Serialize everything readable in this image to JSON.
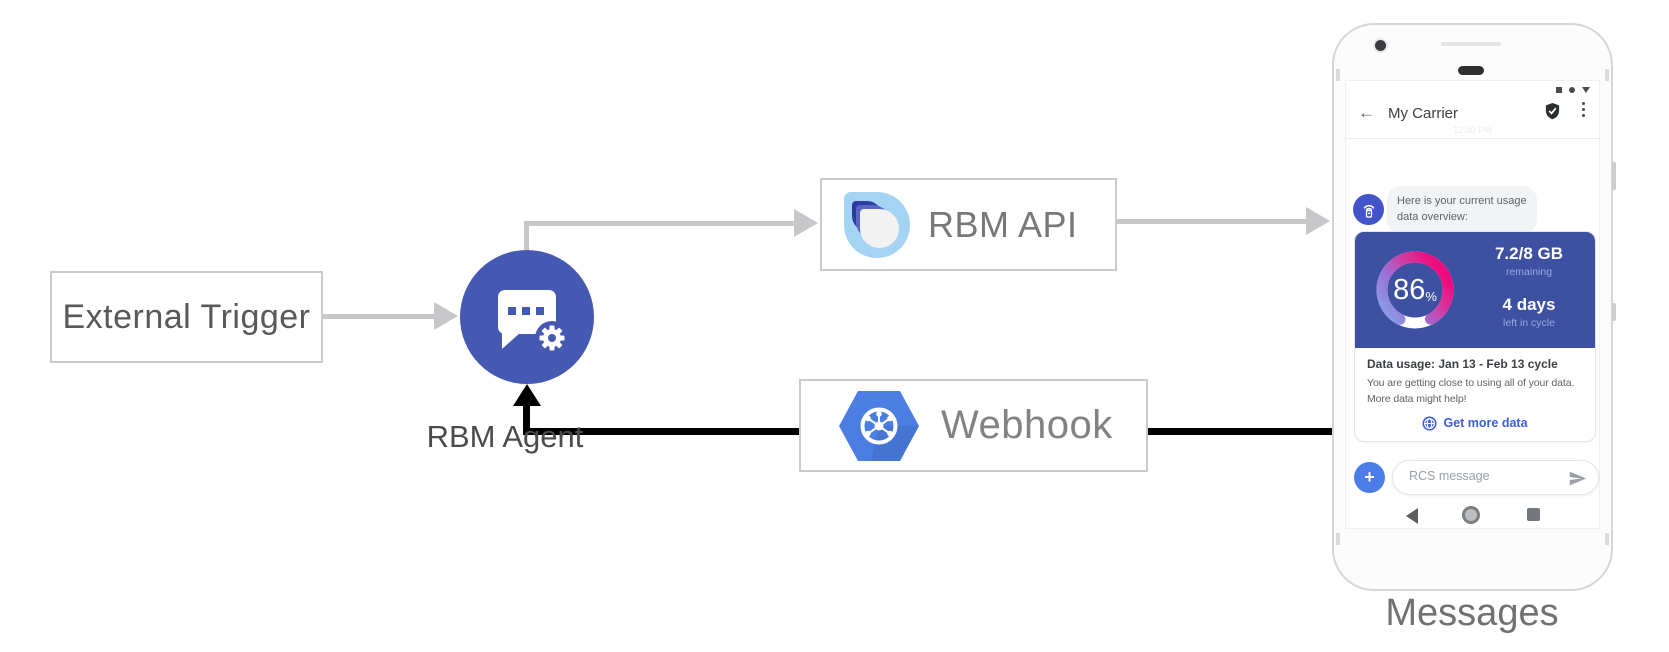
{
  "diagram": {
    "external_trigger": {
      "label": "External Trigger"
    },
    "rbm_agent": {
      "label": "RBM Agent"
    },
    "rbm_api": {
      "label": "RBM API"
    },
    "webhook": {
      "label": "Webhook"
    },
    "phone_caption": "Messages"
  },
  "colors": {
    "agent_blue": "#4659b2",
    "card_blue": "#3d50a2",
    "hexagon_blue": "#4b7de2",
    "logo_light_blue": "#a5d3f4",
    "action_blue": "#3e5fde",
    "arrow_grey": "#c6c7c8",
    "arrow_black": "#000000"
  },
  "phone": {
    "header": {
      "title": "My Carrier",
      "timestamp": "12:40 PM"
    },
    "bubble": {
      "text": "Here is your current usage data overview:"
    },
    "usage_card": {
      "gauge": {
        "percent": "86",
        "unit": "%"
      },
      "remaining_value": "7.2/8 GB",
      "remaining_label": "remaining",
      "days_value": "4 days",
      "days_label": "left in cycle",
      "title": "Data usage: Jan 13 - Feb 13 cycle",
      "body_line1": "You are getting close to using all of your data.",
      "body_line2": "More data might help!",
      "action": "Get more data"
    },
    "composer": {
      "placeholder": "RCS message",
      "plus_label": "+"
    }
  }
}
